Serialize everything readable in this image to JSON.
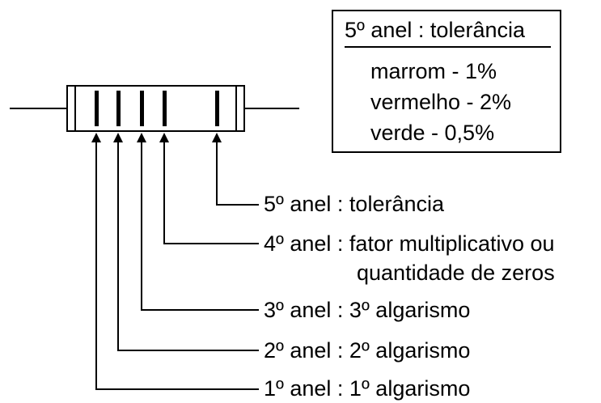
{
  "legend": {
    "title": "5º anel : tolerância",
    "items": [
      "marrom  -  1%",
      "vermelho - 2%",
      "verde - 0,5%"
    ]
  },
  "labels": [
    "5º anel : tolerância",
    "4º anel : fator multiplicativo ou",
    "quantidade de zeros",
    "3º anel : 3º algarismo",
    "2º anel : 2º algarismo",
    "1º anel : 1º algarismo"
  ]
}
